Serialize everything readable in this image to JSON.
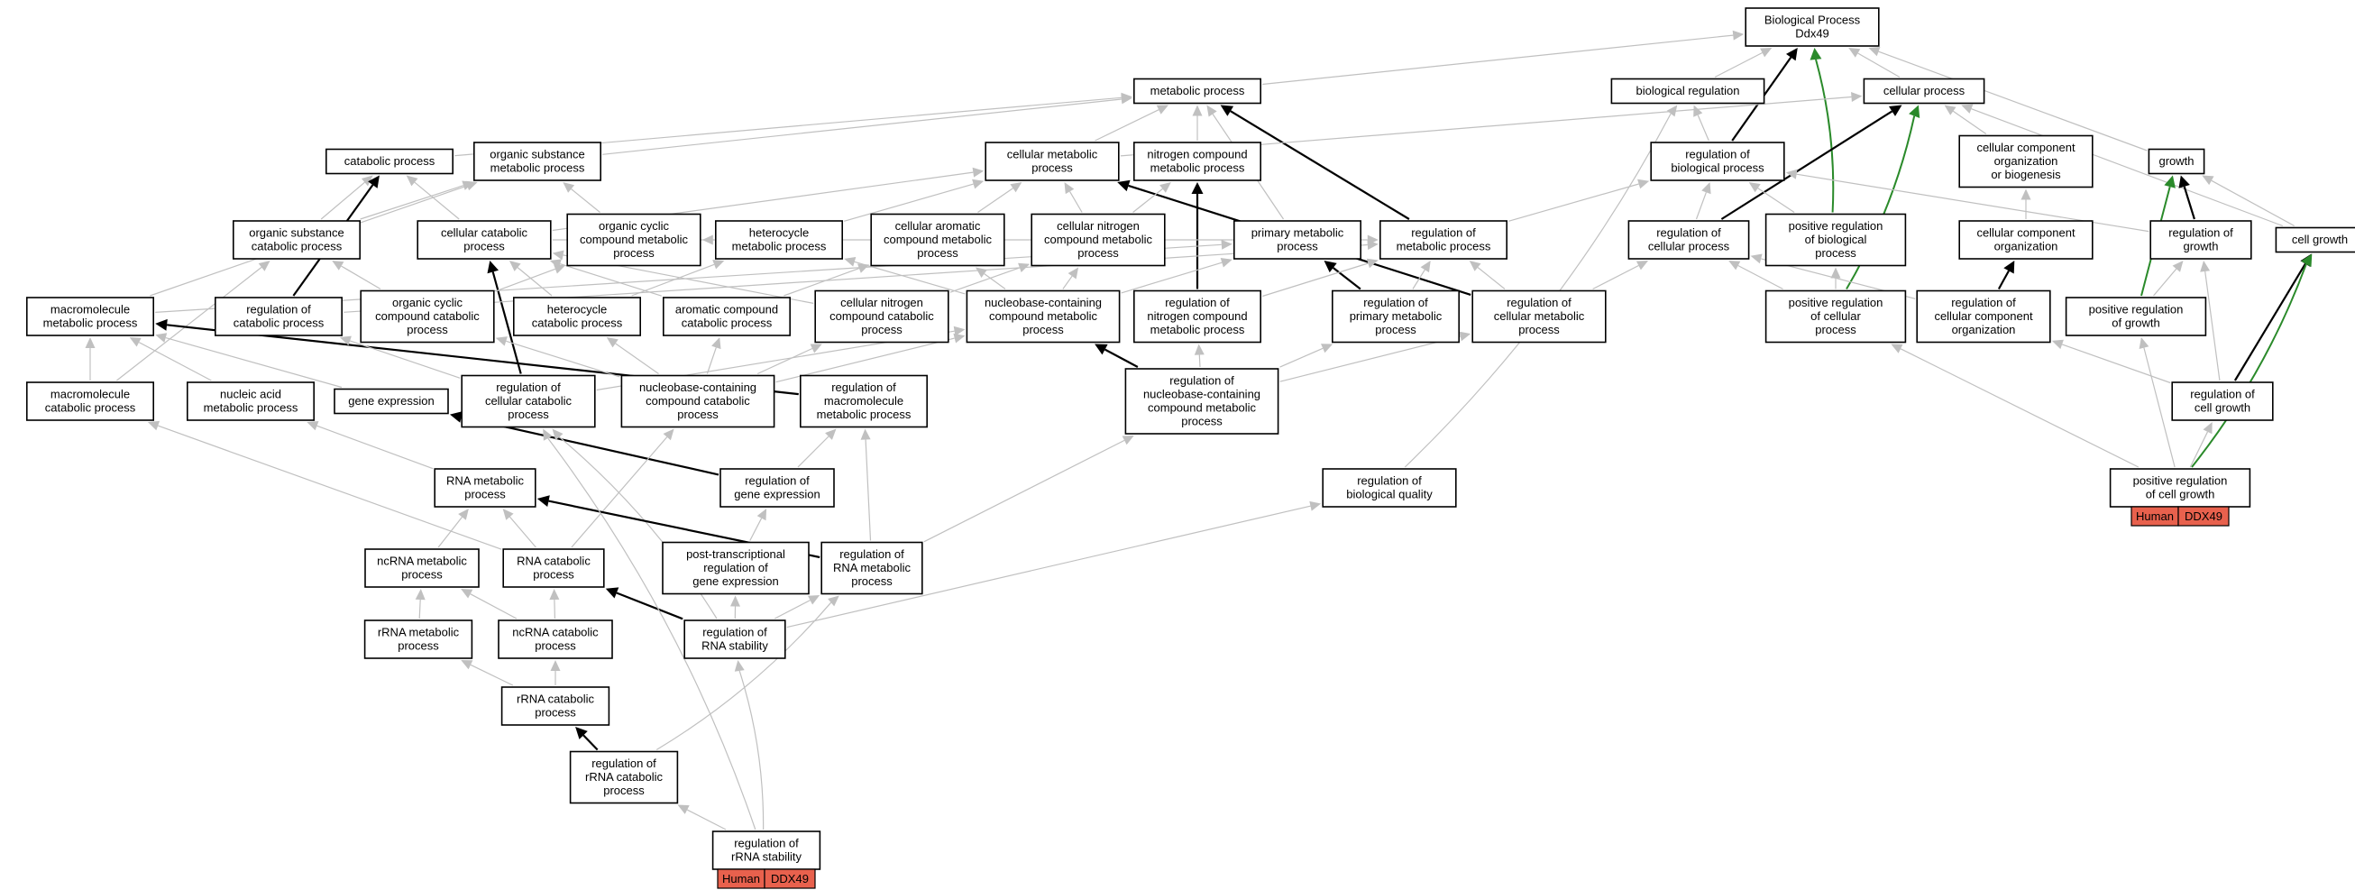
{
  "colors": {
    "edge_gray": "#c0c0c0",
    "edge_black": "#000000",
    "edge_green": "#2a8a2a",
    "badge": "#e8614d"
  },
  "nodes": [
    {
      "id": "bp",
      "label": [
        "Biological Process",
        "Ddx49"
      ]
    },
    {
      "id": "metabolic",
      "label": [
        "metabolic process"
      ]
    },
    {
      "id": "bioreg",
      "label": [
        "biological regulation"
      ]
    },
    {
      "id": "cellular",
      "label": [
        "cellular process"
      ]
    },
    {
      "id": "catabolic",
      "label": [
        "catabolic process"
      ]
    },
    {
      "id": "orgsubmet",
      "label": [
        "organic substance",
        "metabolic process"
      ]
    },
    {
      "id": "cellmet",
      "label": [
        "cellular metabolic",
        "process"
      ]
    },
    {
      "id": "nitromet",
      "label": [
        "nitrogen compound",
        "metabolic process"
      ]
    },
    {
      "id": "regbio",
      "label": [
        "regulation of",
        "biological process"
      ]
    },
    {
      "id": "ccorg",
      "label": [
        "cellular component",
        "organization",
        "or biogenesis"
      ]
    },
    {
      "id": "growth",
      "label": [
        "growth"
      ]
    },
    {
      "id": "orgsubcat",
      "label": [
        "organic substance",
        "catabolic process"
      ]
    },
    {
      "id": "cellcat",
      "label": [
        "cellular catabolic",
        "process"
      ]
    },
    {
      "id": "orgcycmet",
      "label": [
        "organic cyclic",
        "compound metabolic",
        "process"
      ]
    },
    {
      "id": "hetmet",
      "label": [
        "heterocycle",
        "metabolic process"
      ]
    },
    {
      "id": "cellarom",
      "label": [
        "cellular aromatic",
        "compound metabolic",
        "process"
      ]
    },
    {
      "id": "cellnitromet",
      "label": [
        "cellular nitrogen",
        "compound metabolic",
        "process"
      ]
    },
    {
      "id": "primmet",
      "label": [
        "primary metabolic",
        "process"
      ]
    },
    {
      "id": "regmet",
      "label": [
        "regulation of",
        "metabolic process"
      ]
    },
    {
      "id": "regcell",
      "label": [
        "regulation of",
        "cellular process"
      ]
    },
    {
      "id": "posregbio",
      "label": [
        "positive regulation",
        "of biological",
        "process"
      ]
    },
    {
      "id": "ccorg2",
      "label": [
        "cellular component",
        "organization"
      ]
    },
    {
      "id": "reggrowth",
      "label": [
        "regulation of",
        "growth"
      ]
    },
    {
      "id": "cellgrowth",
      "label": [
        "cell growth"
      ]
    },
    {
      "id": "macromet",
      "label": [
        "macromolecule",
        "metabolic process"
      ]
    },
    {
      "id": "regcat",
      "label": [
        "regulation of",
        "catabolic process"
      ]
    },
    {
      "id": "orgcyccat",
      "label": [
        "organic cyclic",
        "compound catabolic",
        "process"
      ]
    },
    {
      "id": "hetcat",
      "label": [
        "heterocycle",
        "catabolic process"
      ]
    },
    {
      "id": "aromcat",
      "label": [
        "aromatic compound",
        "catabolic process"
      ]
    },
    {
      "id": "cellnitrocat",
      "label": [
        "cellular nitrogen",
        "compound catabolic",
        "process"
      ]
    },
    {
      "id": "nucmet",
      "label": [
        "nucleobase-containing",
        "compound metabolic",
        "process"
      ]
    },
    {
      "id": "regnitro",
      "label": [
        "regulation of",
        "nitrogen compound",
        "metabolic process"
      ]
    },
    {
      "id": "regprim",
      "label": [
        "regulation of",
        "primary metabolic",
        "process"
      ]
    },
    {
      "id": "regcellmet",
      "label": [
        "regulation of",
        "cellular metabolic",
        "process"
      ]
    },
    {
      "id": "posregcell",
      "label": [
        "positive regulation",
        "of cellular",
        "process"
      ]
    },
    {
      "id": "regccorg",
      "label": [
        "regulation of",
        "cellular component",
        "organization"
      ]
    },
    {
      "id": "posreggrowth",
      "label": [
        "positive regulation",
        "of growth"
      ]
    },
    {
      "id": "macrocat",
      "label": [
        "macromolecule",
        "catabolic process"
      ]
    },
    {
      "id": "nucacid",
      "label": [
        "nucleic acid",
        "metabolic process"
      ]
    },
    {
      "id": "geneexp",
      "label": [
        "gene expression"
      ]
    },
    {
      "id": "regcellcat",
      "label": [
        "regulation of",
        "cellular catabolic",
        "process"
      ]
    },
    {
      "id": "nuccat",
      "label": [
        "nucleobase-containing",
        "compound catabolic",
        "process"
      ]
    },
    {
      "id": "regmacro",
      "label": [
        "regulation of",
        "macromolecule",
        "metabolic process"
      ]
    },
    {
      "id": "regnuc",
      "label": [
        "regulation of",
        "nucleobase-containing",
        "compound metabolic",
        "process"
      ]
    },
    {
      "id": "regcellgrowth",
      "label": [
        "regulation of",
        "cell growth"
      ]
    },
    {
      "id": "rnamet",
      "label": [
        "RNA metabolic",
        "process"
      ]
    },
    {
      "id": "reggeneexp",
      "label": [
        "regulation of",
        "gene expression"
      ]
    },
    {
      "id": "regbioqual",
      "label": [
        "regulation of",
        "biological quality"
      ]
    },
    {
      "id": "posregcellgrowth",
      "label": [
        "positive regulation",
        "of cell growth"
      ]
    },
    {
      "id": "ncrnamet",
      "label": [
        "ncRNA metabolic",
        "process"
      ]
    },
    {
      "id": "rnacat",
      "label": [
        "RNA catabolic",
        "process"
      ]
    },
    {
      "id": "posttrans",
      "label": [
        "post-transcriptional",
        "regulation of",
        "gene expression"
      ]
    },
    {
      "id": "regrnamet",
      "label": [
        "regulation of",
        "RNA metabolic",
        "process"
      ]
    },
    {
      "id": "rrnamet",
      "label": [
        "rRNA metabolic",
        "process"
      ]
    },
    {
      "id": "ncrnacat",
      "label": [
        "ncRNA catabolic",
        "process"
      ]
    },
    {
      "id": "regrnastab",
      "label": [
        "regulation of",
        "RNA stability"
      ]
    },
    {
      "id": "rrnacat",
      "label": [
        "rRNA catabolic",
        "process"
      ]
    },
    {
      "id": "regrrnacat",
      "label": [
        "regulation of",
        "rRNA catabolic",
        "process"
      ]
    },
    {
      "id": "regrrnastab",
      "label": [
        "regulation of",
        "rRNA stability"
      ]
    }
  ],
  "badges": [
    {
      "node": "posregcellgrowth",
      "species": "Human",
      "gene": "DDX49"
    },
    {
      "node": "regrrnastab",
      "species": "Human",
      "gene": "DDX49"
    }
  ],
  "edges": [
    [
      "metabolic",
      "bp",
      "gray"
    ],
    [
      "bioreg",
      "bp",
      "gray"
    ],
    [
      "cellular",
      "bp",
      "gray"
    ],
    [
      "regbio",
      "bp",
      "black"
    ],
    [
      "posregbio",
      "bp",
      "green"
    ],
    [
      "growth",
      "bp",
      "gray"
    ],
    [
      "catabolic",
      "metabolic",
      "gray"
    ],
    [
      "orgsubmet",
      "metabolic",
      "gray"
    ],
    [
      "cellmet",
      "metabolic",
      "gray"
    ],
    [
      "nitromet",
      "metabolic",
      "gray"
    ],
    [
      "primmet",
      "metabolic",
      "gray"
    ],
    [
      "regmet",
      "metabolic",
      "black"
    ],
    [
      "regbio",
      "bioreg",
      "gray"
    ],
    [
      "regbioqual",
      "bioreg",
      "gray"
    ],
    [
      "cellmet",
      "cellular",
      "gray"
    ],
    [
      "ccorg",
      "cellular",
      "gray"
    ],
    [
      "regcell",
      "cellular",
      "black"
    ],
    [
      "posregcell",
      "cellular",
      "green"
    ],
    [
      "cellgrowth",
      "cellular",
      "gray"
    ],
    [
      "orgsubcat",
      "catabolic",
      "gray"
    ],
    [
      "cellcat",
      "catabolic",
      "gray"
    ],
    [
      "regcat",
      "catabolic",
      "black"
    ],
    [
      "orgsubcat",
      "orgsubmet",
      "gray"
    ],
    [
      "orgcycmet",
      "orgsubmet",
      "gray"
    ],
    [
      "macromet",
      "orgsubmet",
      "gray"
    ],
    [
      "cellcat",
      "cellmet",
      "gray"
    ],
    [
      "hetmet",
      "cellmet",
      "gray"
    ],
    [
      "cellarom",
      "cellmet",
      "gray"
    ],
    [
      "cellnitromet",
      "cellmet",
      "gray"
    ],
    [
      "regcellmet",
      "cellmet",
      "black"
    ],
    [
      "cellnitromet",
      "nitromet",
      "gray"
    ],
    [
      "regnitro",
      "nitromet",
      "black"
    ],
    [
      "regmet",
      "regbio",
      "gray"
    ],
    [
      "regcell",
      "regbio",
      "gray"
    ],
    [
      "posregbio",
      "regbio",
      "gray"
    ],
    [
      "reggrowth",
      "regbio",
      "gray"
    ],
    [
      "ccorg2",
      "ccorg",
      "gray"
    ],
    [
      "reggrowth",
      "growth",
      "black"
    ],
    [
      "posreggrowth",
      "growth",
      "green"
    ],
    [
      "cellgrowth",
      "growth",
      "gray"
    ],
    [
      "orgcyccat",
      "orgsubcat",
      "gray"
    ],
    [
      "macrocat",
      "orgsubcat",
      "gray"
    ],
    [
      "hetcat",
      "cellcat",
      "gray"
    ],
    [
      "aromcat",
      "cellcat",
      "gray"
    ],
    [
      "cellnitrocat",
      "cellcat",
      "gray"
    ],
    [
      "regcellcat",
      "cellcat",
      "black"
    ],
    [
      "orgcyccat",
      "orgcycmet",
      "gray"
    ],
    [
      "hetmet",
      "orgcycmet",
      "gray"
    ],
    [
      "hetcat",
      "hetmet",
      "gray"
    ],
    [
      "nucmet",
      "hetmet",
      "gray"
    ],
    [
      "aromcat",
      "cellarom",
      "gray"
    ],
    [
      "nucmet",
      "cellarom",
      "gray"
    ],
    [
      "nucmet",
      "cellnitromet",
      "gray"
    ],
    [
      "cellnitrocat",
      "cellnitromet",
      "gray"
    ],
    [
      "macromet",
      "primmet",
      "gray"
    ],
    [
      "nucmet",
      "primmet",
      "gray"
    ],
    [
      "regprim",
      "primmet",
      "black"
    ],
    [
      "regnitro",
      "regmet",
      "gray"
    ],
    [
      "regprim",
      "regmet",
      "gray"
    ],
    [
      "regcellmet",
      "regmet",
      "gray"
    ],
    [
      "regcat",
      "regmet",
      "gray"
    ],
    [
      "regcellmet",
      "regcell",
      "gray"
    ],
    [
      "posregcell",
      "regcell",
      "gray"
    ],
    [
      "regccorg",
      "regcell",
      "gray"
    ],
    [
      "posregcell",
      "posregbio",
      "gray"
    ],
    [
      "regccorg",
      "ccorg2",
      "black"
    ],
    [
      "posreggrowth",
      "reggrowth",
      "gray"
    ],
    [
      "regcellgrowth",
      "reggrowth",
      "gray"
    ],
    [
      "regcellgrowth",
      "cellgrowth",
      "black"
    ],
    [
      "posregcellgrowth",
      "cellgrowth",
      "green"
    ],
    [
      "macrocat",
      "macromet",
      "gray"
    ],
    [
      "nucacid",
      "macromet",
      "gray"
    ],
    [
      "geneexp",
      "macromet",
      "gray"
    ],
    [
      "regmacro",
      "macromet",
      "black"
    ],
    [
      "regcellcat",
      "regcat",
      "gray"
    ],
    [
      "nuccat",
      "orgcyccat",
      "gray"
    ],
    [
      "nuccat",
      "hetcat",
      "gray"
    ],
    [
      "nuccat",
      "aromcat",
      "gray"
    ],
    [
      "nuccat",
      "cellnitrocat",
      "gray"
    ],
    [
      "nuccat",
      "nucmet",
      "gray"
    ],
    [
      "regnuc",
      "nucmet",
      "black"
    ],
    [
      "regnuc",
      "regnitro",
      "gray"
    ],
    [
      "regnuc",
      "regprim",
      "gray"
    ],
    [
      "regnuc",
      "regcellmet",
      "gray"
    ],
    [
      "posregcellgrowth",
      "posregcell",
      "gray"
    ],
    [
      "regcellgrowth",
      "regccorg",
      "gray"
    ],
    [
      "posregcellgrowth",
      "posreggrowth",
      "gray"
    ],
    [
      "posregcellgrowth",
      "regcellgrowth",
      "gray"
    ],
    [
      "rnamet",
      "nucacid",
      "gray"
    ],
    [
      "rnacat",
      "macrocat",
      "gray"
    ],
    [
      "reggeneexp",
      "geneexp",
      "black"
    ],
    [
      "rnacat",
      "nuccat",
      "gray"
    ],
    [
      "regrnastab",
      "regcellcat",
      "gray"
    ],
    [
      "reggeneexp",
      "regmacro",
      "gray"
    ],
    [
      "regrnamet",
      "regmacro",
      "gray"
    ],
    [
      "regrnamet",
      "regnuc",
      "gray"
    ],
    [
      "ncrnamet",
      "rnamet",
      "gray"
    ],
    [
      "rnacat",
      "rnamet",
      "gray"
    ],
    [
      "regrnamet",
      "rnamet",
      "black"
    ],
    [
      "posttrans",
      "reggeneexp",
      "gray"
    ],
    [
      "regrnastab",
      "posttrans",
      "gray"
    ],
    [
      "regrnastab",
      "rnacat",
      "black"
    ],
    [
      "ncrnacat",
      "rnacat",
      "gray"
    ],
    [
      "rrnamet",
      "ncrnamet",
      "gray"
    ],
    [
      "ncrnacat",
      "ncrnamet",
      "gray"
    ],
    [
      "rrnacat",
      "ncrnacat",
      "gray"
    ],
    [
      "rrnacat",
      "rrnamet",
      "gray"
    ],
    [
      "regrrnacat",
      "rrnacat",
      "black"
    ],
    [
      "regrrnacat",
      "regrnamet",
      "gray"
    ],
    [
      "regrrnastab",
      "regrrnacat",
      "gray"
    ],
    [
      "regrrnastab",
      "regrnastab",
      "gray"
    ],
    [
      "regrnastab",
      "regrnamet",
      "gray"
    ],
    [
      "regrrnastab",
      "regcellcat",
      "gray"
    ],
    [
      "regrnastab",
      "regbioqual",
      "gray"
    ],
    [
      "regcellcat",
      "nucmet",
      "gray"
    ],
    [
      "cellcat",
      "regmet",
      "gray"
    ]
  ]
}
